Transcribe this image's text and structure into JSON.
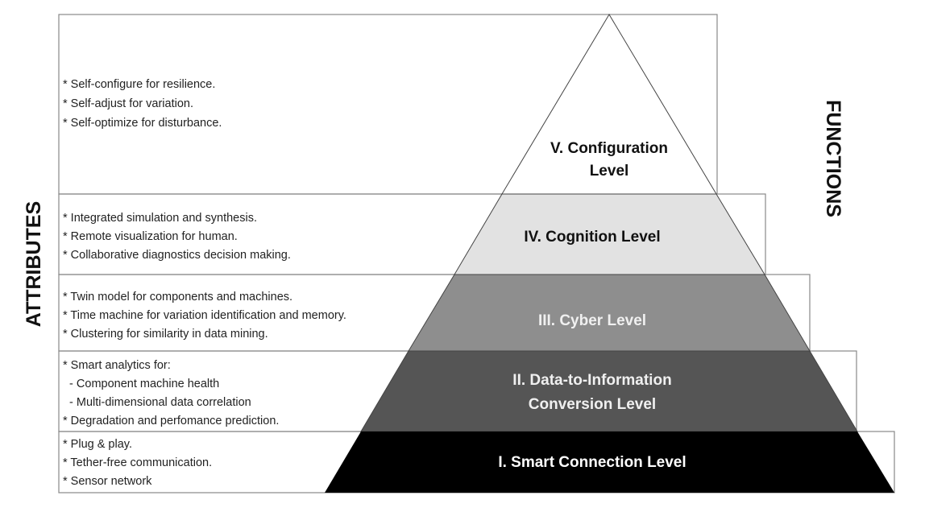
{
  "side_labels": {
    "left": "ATTRIBUTES",
    "right": "FUNCTIONS"
  },
  "colors": {
    "level5": "#ffffff",
    "level4": "#e2e2e2",
    "level3": "#8e8e8e",
    "level2": "#555555",
    "level1": "#000000"
  },
  "levels": [
    {
      "title_lines": [
        "V. Configuration",
        "Level"
      ],
      "attributes": [
        "* Self-configure for resilience.",
        "* Self-adjust for variation.",
        "* Self-optimize for disturbance."
      ]
    },
    {
      "title_lines": [
        "IV. Cognition Level"
      ],
      "attributes": [
        "* Integrated simulation and synthesis.",
        "* Remote visualization for human.",
        "* Collaborative diagnostics decision making."
      ]
    },
    {
      "title_lines": [
        "III. Cyber Level"
      ],
      "attributes": [
        "* Twin model for components and machines.",
        "* Time machine for variation identification and memory.",
        "* Clustering for similarity in data mining."
      ]
    },
    {
      "title_lines": [
        "II. Data-to-Information",
        "Conversion Level"
      ],
      "attributes": [
        "* Smart analytics for:",
        "  - Component machine health",
        "  - Multi-dimensional data correlation",
        "* Degradation and perfomance prediction."
      ]
    },
    {
      "title_lines": [
        "I. Smart Connection Level"
      ],
      "attributes": [
        "* Plug & play.",
        "* Tether-free communication.",
        "* Sensor network"
      ]
    }
  ]
}
